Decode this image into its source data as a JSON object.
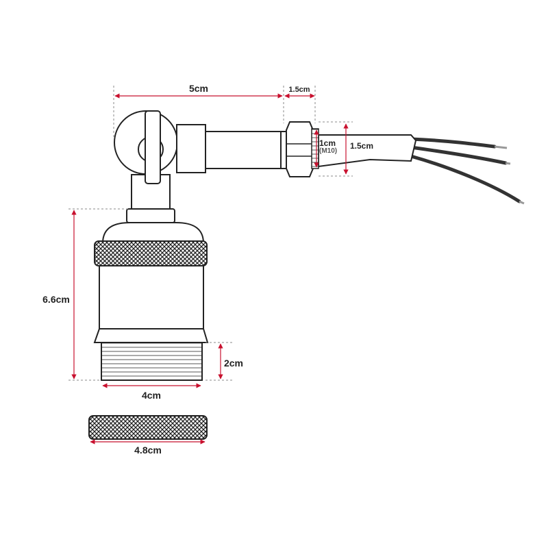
{
  "dimensions": {
    "arm_length": "5cm",
    "nut_width": "1.5cm",
    "thread_diameter": "1cm",
    "thread_size": "(M10)",
    "nut_height": "1.5cm",
    "holder_height": "6.6cm",
    "thread_length": "2cm",
    "thread_width": "4cm",
    "ring_diameter": "4.8cm"
  },
  "colors": {
    "dimension_line": "#c8102e",
    "outline": "#222222",
    "wire": "#333333"
  }
}
